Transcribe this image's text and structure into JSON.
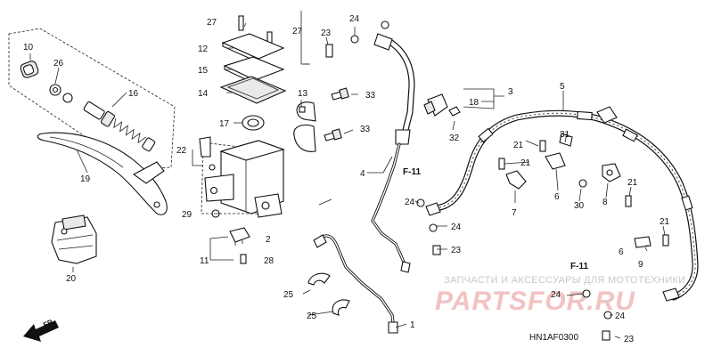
{
  "diagram": {
    "callouts": {
      "c27a": "27",
      "c27b": "27",
      "c12": "12",
      "c15": "15",
      "c14": "14",
      "c13": "13",
      "c17": "17",
      "c33a": "33",
      "c33b": "33",
      "c22": "22",
      "c2": "2",
      "c29": "29",
      "c11": "11",
      "c28": "28",
      "c10": "10",
      "c26": "26",
      "c16": "16",
      "c19": "19",
      "c20": "20",
      "c23a": "23",
      "c24a": "24",
      "c4": "4",
      "c24b": "24",
      "c24c": "24",
      "c23b": "23",
      "c25a": "25",
      "c25b": "25",
      "c1": "1",
      "c18": "18",
      "c3": "3",
      "c32": "32",
      "c5": "5",
      "c31": "31",
      "c21a": "21",
      "c21b": "21",
      "c7": "7",
      "c6a": "6",
      "c30": "30",
      "c8": "8",
      "c21c": "21",
      "c6b": "6",
      "c21d": "21",
      "c9": "9",
      "c24d": "24",
      "c24e": "24",
      "c23c": "23"
    },
    "refs": {
      "f11a": "F-11",
      "f11b": "F-11"
    },
    "direction_label": "FR.",
    "diagram_code": "HN1AF0300"
  },
  "watermark": {
    "caption": "ЗАПЧАСТИ И АКСЕССУАРЫ ДЛЯ МОТОТЕХНИКИ",
    "logo_text": "PARTSFOR.RU"
  }
}
